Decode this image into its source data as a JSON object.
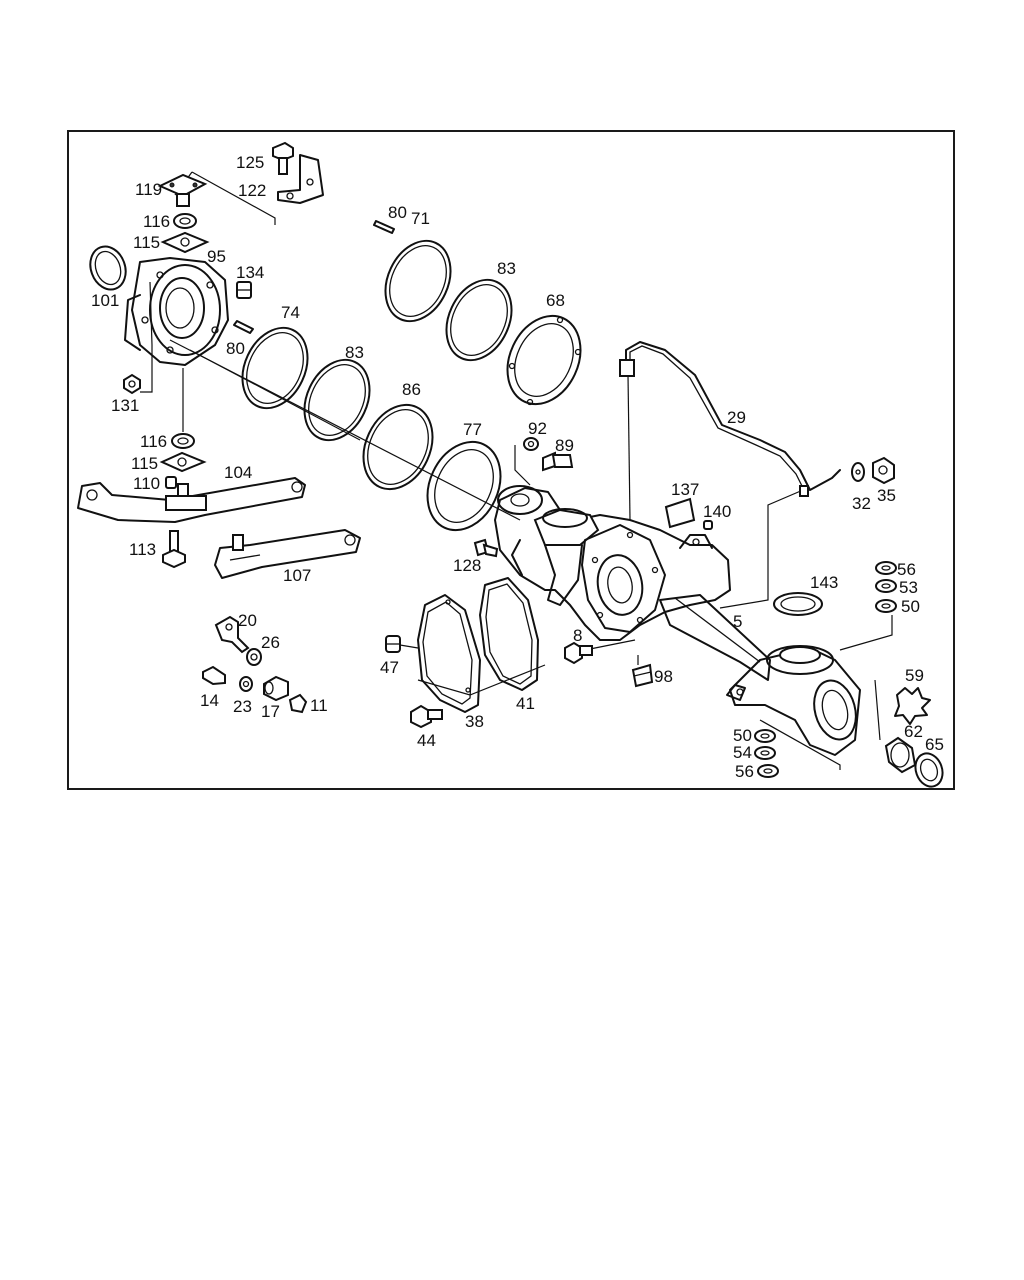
{
  "diagram": {
    "callouts": {
      "c125": "125",
      "c119": "119",
      "c122": "122",
      "c116a": "116",
      "c115a": "115",
      "c95": "95",
      "c101": "101",
      "c134": "134",
      "c74": "74",
      "c80a": "80",
      "c131": "131",
      "c80b": "80",
      "c71": "71",
      "c83a": "83",
      "c68": "68",
      "c83b": "83",
      "c86": "86",
      "c77": "77",
      "c92": "92",
      "c89": "89",
      "c116b": "116",
      "c115b": "115",
      "c104": "104",
      "c110": "110",
      "c113": "113",
      "c107": "107",
      "c128": "128",
      "c29": "29",
      "c32": "32",
      "c35": "35",
      "c137": "137",
      "c140": "140",
      "c143": "143",
      "c56a": "56",
      "c53": "53",
      "c50a": "50",
      "c5": "5",
      "c20": "20",
      "c26": "26",
      "c47": "47",
      "c8": "8",
      "c98": "98",
      "c59": "59",
      "c14": "14",
      "c23": "23",
      "c17": "17",
      "c11": "11",
      "c41": "41",
      "c38": "38",
      "c44": "44",
      "c50b": "50",
      "c54": "54",
      "c56b": "56",
      "c62": "62",
      "c65": "65"
    }
  }
}
